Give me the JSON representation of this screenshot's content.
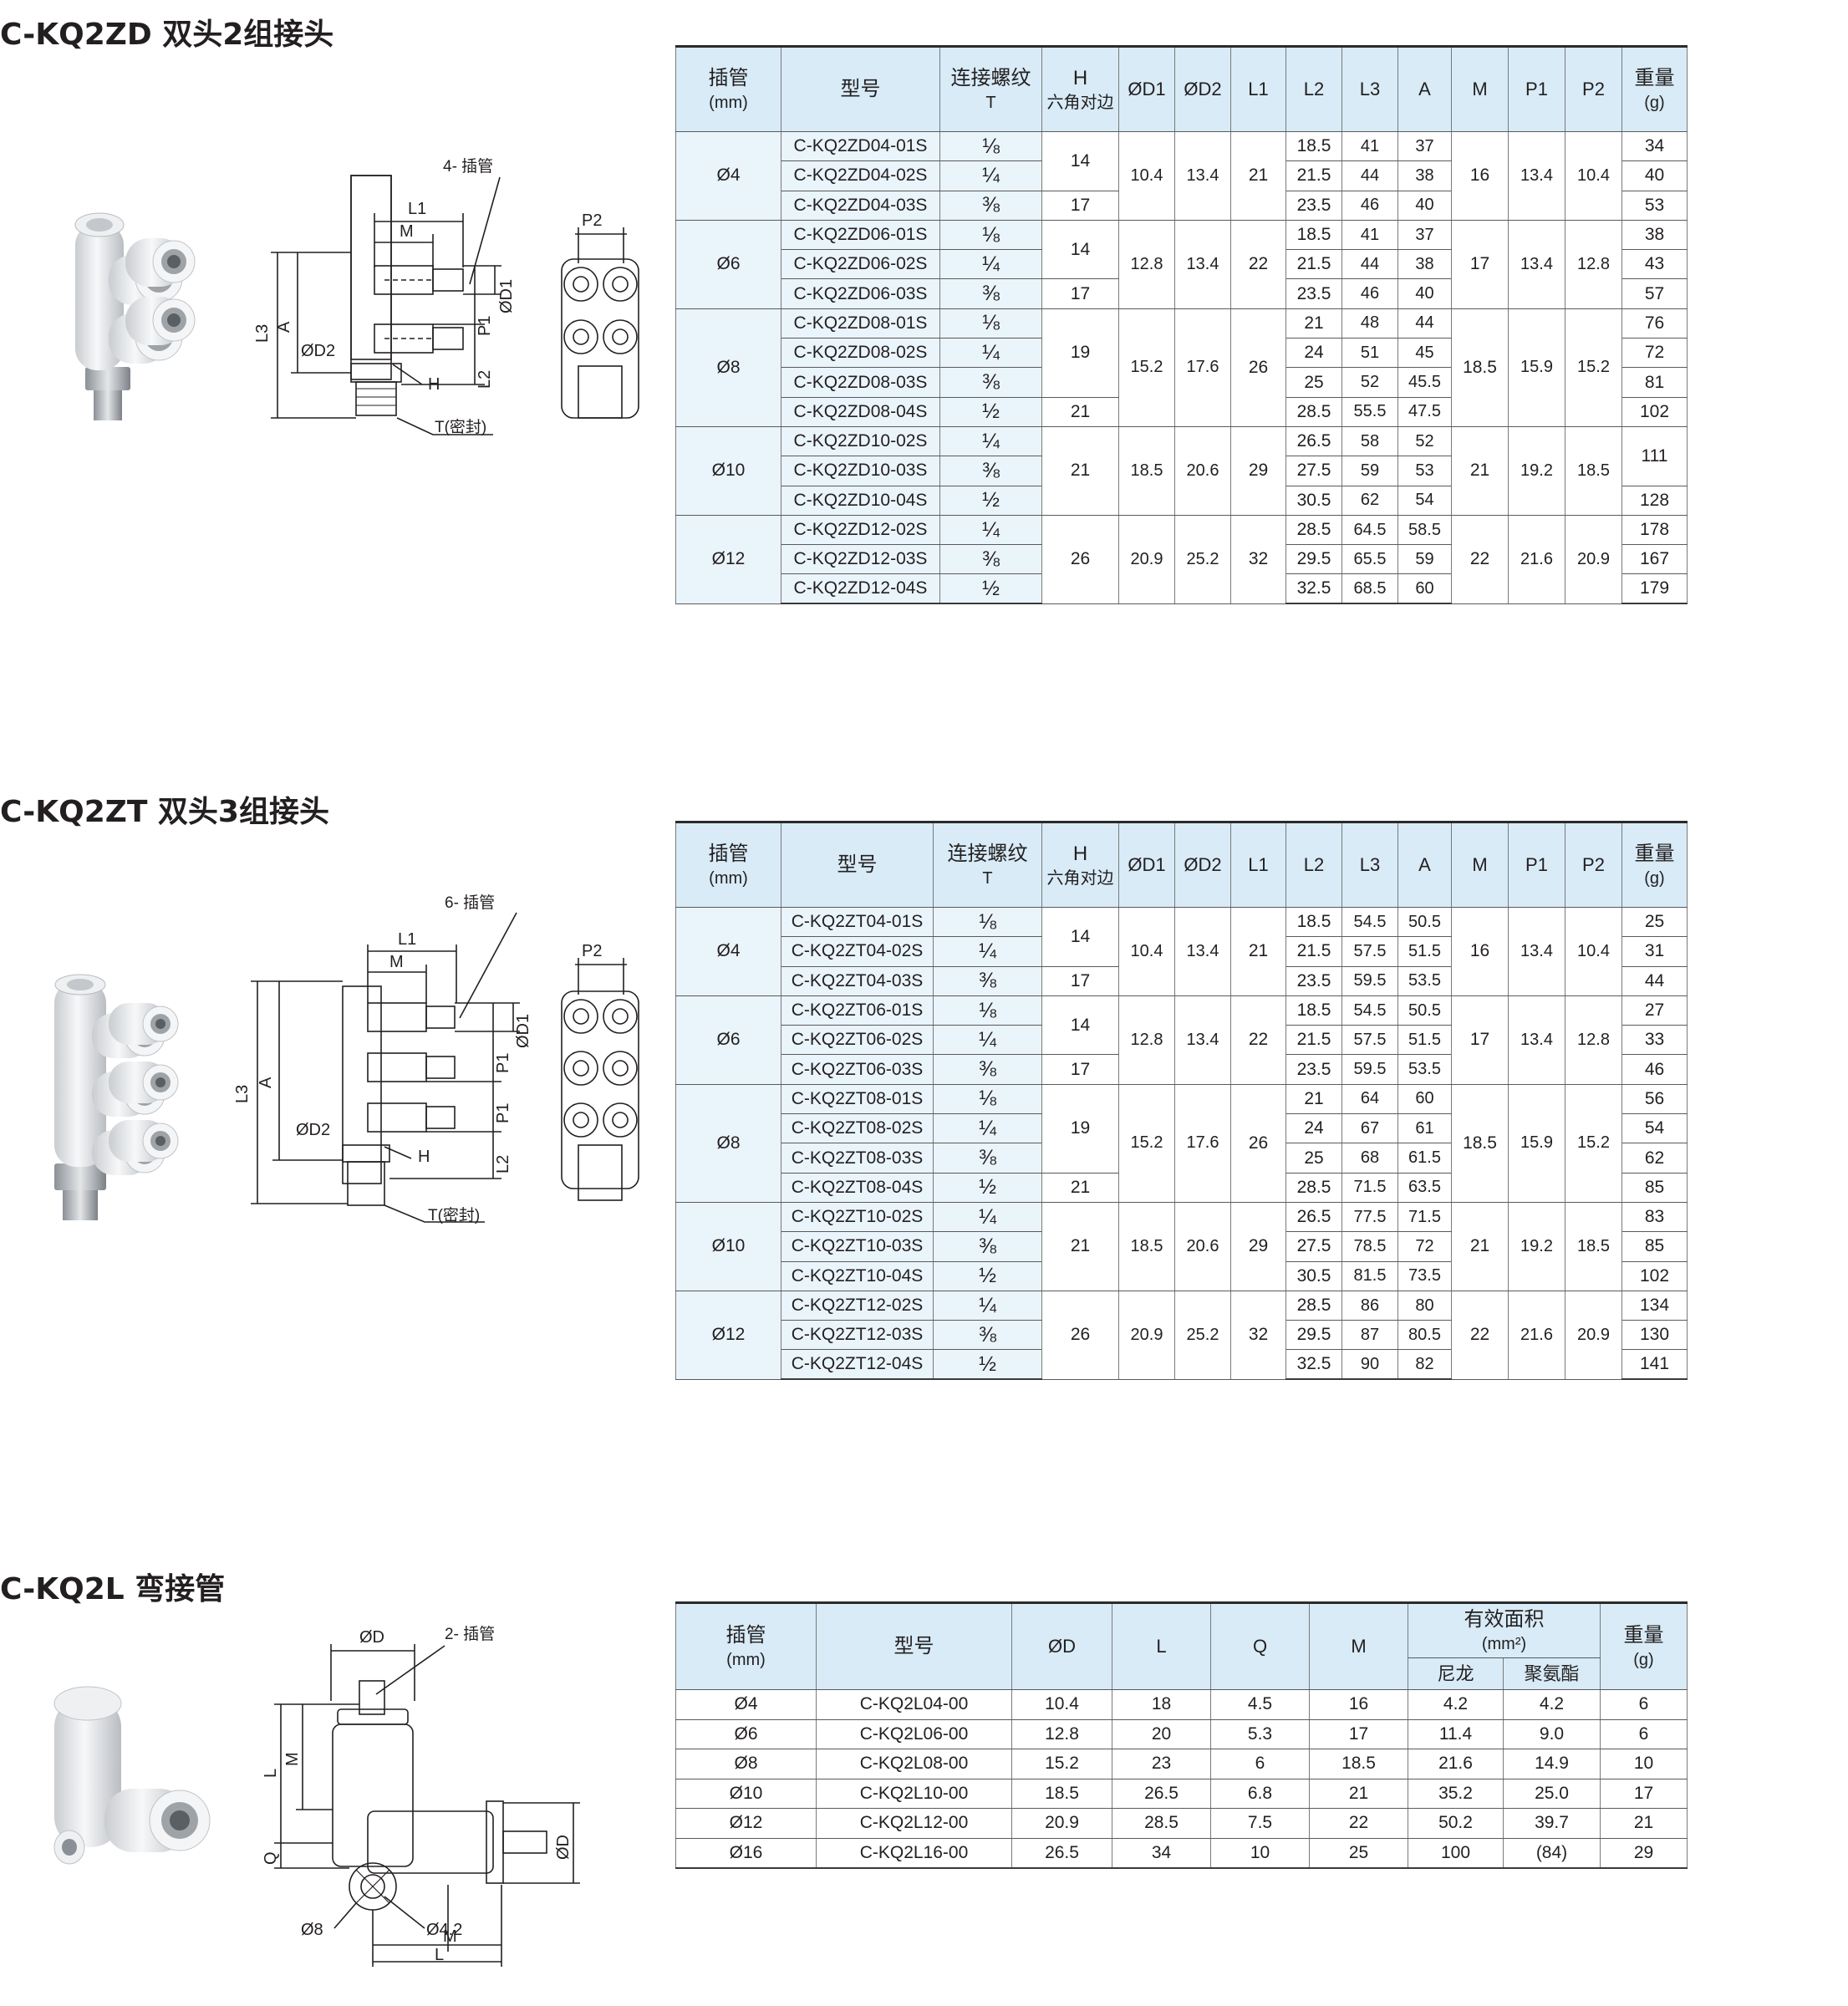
{
  "sections": [
    {
      "title": "C-KQ2ZD 双头2组接头",
      "drawing_labels": {
        "tube_note": "4- 插管",
        "L1": "L1",
        "M": "M",
        "L3": "L3",
        "A": "A",
        "OD1": "ØD1",
        "P1": "P1",
        "OD2": "ØD2",
        "L2": "L2",
        "H": "H",
        "T": "T(密封)",
        "P2": "P2"
      },
      "headers": {
        "tube": "插管",
        "tube_unit": "(mm)",
        "model": "型号",
        "thread": "连接螺纹",
        "thread_sub": "T",
        "h": "H",
        "h_sub": "六角对边",
        "d1": "ØD1",
        "d2": "ØD2",
        "l1": "L1",
        "l2": "L2",
        "l3": "L3",
        "a": "A",
        "m": "M",
        "p1": "P1",
        "p2": "P2",
        "weight": "重量",
        "weight_unit": "(g)"
      },
      "groups": [
        {
          "tube": "Ø4",
          "d1": "10.4",
          "d2": "13.4",
          "l1": "21",
          "m": "16",
          "p1": "13.4",
          "p2": "10.4",
          "h": [
            {
              "v": "14",
              "span": 2
            },
            {
              "v": "17",
              "span": 1
            }
          ],
          "w": [
            {
              "v": "34",
              "span": 1
            },
            {
              "v": "40",
              "span": 1
            },
            {
              "v": "53",
              "span": 1
            }
          ],
          "rows": [
            {
              "model": "C-KQ2ZD04-01S",
              "t": "⅛",
              "l2": "18.5",
              "l3": "41",
              "a": "37"
            },
            {
              "model": "C-KQ2ZD04-02S",
              "t": "¼",
              "l2": "21.5",
              "l3": "44",
              "a": "38"
            },
            {
              "model": "C-KQ2ZD04-03S",
              "t": "⅜",
              "l2": "23.5",
              "l3": "46",
              "a": "40"
            }
          ]
        },
        {
          "tube": "Ø6",
          "d1": "12.8",
          "d2": "13.4",
          "l1": "22",
          "m": "17",
          "p1": "13.4",
          "p2": "12.8",
          "h": [
            {
              "v": "14",
              "span": 2
            },
            {
              "v": "17",
              "span": 1
            }
          ],
          "w": [
            {
              "v": "38",
              "span": 1
            },
            {
              "v": "43",
              "span": 1
            },
            {
              "v": "57",
              "span": 1
            }
          ],
          "rows": [
            {
              "model": "C-KQ2ZD06-01S",
              "t": "⅛",
              "l2": "18.5",
              "l3": "41",
              "a": "37"
            },
            {
              "model": "C-KQ2ZD06-02S",
              "t": "¼",
              "l2": "21.5",
              "l3": "44",
              "a": "38"
            },
            {
              "model": "C-KQ2ZD06-03S",
              "t": "⅜",
              "l2": "23.5",
              "l3": "46",
              "a": "40"
            }
          ]
        },
        {
          "tube": "Ø8",
          "d1": "15.2",
          "d2": "17.6",
          "l1": "26",
          "m": "18.5",
          "p1": "15.9",
          "p2": "15.2",
          "h": [
            {
              "v": "19",
              "span": 3
            },
            {
              "v": "21",
              "span": 1
            }
          ],
          "w": [
            {
              "v": "76",
              "span": 1
            },
            {
              "v": "72",
              "span": 1
            },
            {
              "v": "81",
              "span": 1
            },
            {
              "v": "102",
              "span": 1
            }
          ],
          "rows": [
            {
              "model": "C-KQ2ZD08-01S",
              "t": "⅛",
              "l2": "21",
              "l3": "48",
              "a": "44"
            },
            {
              "model": "C-KQ2ZD08-02S",
              "t": "¼",
              "l2": "24",
              "l3": "51",
              "a": "45"
            },
            {
              "model": "C-KQ2ZD08-03S",
              "t": "⅜",
              "l2": "25",
              "l3": "52",
              "a": "45.5"
            },
            {
              "model": "C-KQ2ZD08-04S",
              "t": "½",
              "l2": "28.5",
              "l3": "55.5",
              "a": "47.5"
            }
          ]
        },
        {
          "tube": "Ø10",
          "d1": "18.5",
          "d2": "20.6",
          "l1": "29",
          "m": "21",
          "p1": "19.2",
          "p2": "18.5",
          "h": [
            {
              "v": "21",
              "span": 3
            }
          ],
          "w": [
            {
              "v": "111",
              "span": 2
            },
            {
              "v": "128",
              "span": 1
            }
          ],
          "rows": [
            {
              "model": "C-KQ2ZD10-02S",
              "t": "¼",
              "l2": "26.5",
              "l3": "58",
              "a": "52"
            },
            {
              "model": "C-KQ2ZD10-03S",
              "t": "⅜",
              "l2": "27.5",
              "l3": "59",
              "a": "53"
            },
            {
              "model": "C-KQ2ZD10-04S",
              "t": "½",
              "l2": "30.5",
              "l3": "62",
              "a": "54"
            }
          ]
        },
        {
          "tube": "Ø12",
          "d1": "20.9",
          "d2": "25.2",
          "l1": "32",
          "m": "22",
          "p1": "21.6",
          "p2": "20.9",
          "h": [
            {
              "v": "26",
              "span": 3
            }
          ],
          "w": [
            {
              "v": "178",
              "span": 1
            },
            {
              "v": "167",
              "span": 1
            },
            {
              "v": "179",
              "span": 1
            }
          ],
          "rows": [
            {
              "model": "C-KQ2ZD12-02S",
              "t": "¼",
              "l2": "28.5",
              "l3": "64.5",
              "a": "58.5"
            },
            {
              "model": "C-KQ2ZD12-03S",
              "t": "⅜",
              "l2": "29.5",
              "l3": "65.5",
              "a": "59"
            },
            {
              "model": "C-KQ2ZD12-04S",
              "t": "½",
              "l2": "32.5",
              "l3": "68.5",
              "a": "60"
            }
          ]
        }
      ]
    },
    {
      "title": "C-KQ2ZT 双头3组接头",
      "drawing_labels": {
        "tube_note": "6- 插管",
        "L1": "L1",
        "M": "M",
        "L3": "L3",
        "A": "A",
        "OD1": "ØD1",
        "P1": "P1",
        "OD2": "ØD2",
        "L2": "L2",
        "H": "H",
        "T": "T(密封)",
        "P2": "P2"
      },
      "headers": {
        "tube": "插管",
        "tube_unit": "(mm)",
        "model": "型号",
        "thread": "连接螺纹",
        "thread_sub": "T",
        "h": "H",
        "h_sub": "六角对边",
        "d1": "ØD1",
        "d2": "ØD2",
        "l1": "L1",
        "l2": "L2",
        "l3": "L3",
        "a": "A",
        "m": "M",
        "p1": "P1",
        "p2": "P2",
        "weight": "重量",
        "weight_unit": "(g)"
      },
      "groups": [
        {
          "tube": "Ø4",
          "d1": "10.4",
          "d2": "13.4",
          "l1": "21",
          "m": "16",
          "p1": "13.4",
          "p2": "10.4",
          "h": [
            {
              "v": "14",
              "span": 2
            },
            {
              "v": "17",
              "span": 1
            }
          ],
          "w": [
            {
              "v": "25",
              "span": 1
            },
            {
              "v": "31",
              "span": 1
            },
            {
              "v": "44",
              "span": 1
            }
          ],
          "rows": [
            {
              "model": "C-KQ2ZT04-01S",
              "t": "⅛",
              "l2": "18.5",
              "l3": "54.5",
              "a": "50.5"
            },
            {
              "model": "C-KQ2ZT04-02S",
              "t": "¼",
              "l2": "21.5",
              "l3": "57.5",
              "a": "51.5"
            },
            {
              "model": "C-KQ2ZT04-03S",
              "t": "⅜",
              "l2": "23.5",
              "l3": "59.5",
              "a": "53.5"
            }
          ]
        },
        {
          "tube": "Ø6",
          "d1": "12.8",
          "d2": "13.4",
          "l1": "22",
          "m": "17",
          "p1": "13.4",
          "p2": "12.8",
          "h": [
            {
              "v": "14",
              "span": 2
            },
            {
              "v": "17",
              "span": 1
            }
          ],
          "w": [
            {
              "v": "27",
              "span": 1
            },
            {
              "v": "33",
              "span": 1
            },
            {
              "v": "46",
              "span": 1
            }
          ],
          "rows": [
            {
              "model": "C-KQ2ZT06-01S",
              "t": "⅛",
              "l2": "18.5",
              "l3": "54.5",
              "a": "50.5"
            },
            {
              "model": "C-KQ2ZT06-02S",
              "t": "¼",
              "l2": "21.5",
              "l3": "57.5",
              "a": "51.5"
            },
            {
              "model": "C-KQ2ZT06-03S",
              "t": "⅜",
              "l2": "23.5",
              "l3": "59.5",
              "a": "53.5"
            }
          ]
        },
        {
          "tube": "Ø8",
          "d1": "15.2",
          "d2": "17.6",
          "l1": "26",
          "m": "18.5",
          "p1": "15.9",
          "p2": "15.2",
          "h": [
            {
              "v": "19",
              "span": 3
            },
            {
              "v": "21",
              "span": 1
            }
          ],
          "w": [
            {
              "v": "56",
              "span": 1
            },
            {
              "v": "54",
              "span": 1
            },
            {
              "v": "62",
              "span": 1
            },
            {
              "v": "85",
              "span": 1
            }
          ],
          "rows": [
            {
              "model": "C-KQ2ZT08-01S",
              "t": "⅛",
              "l2": "21",
              "l3": "64",
              "a": "60"
            },
            {
              "model": "C-KQ2ZT08-02S",
              "t": "¼",
              "l2": "24",
              "l3": "67",
              "a": "61"
            },
            {
              "model": "C-KQ2ZT08-03S",
              "t": "⅜",
              "l2": "25",
              "l3": "68",
              "a": "61.5"
            },
            {
              "model": "C-KQ2ZT08-04S",
              "t": "½",
              "l2": "28.5",
              "l3": "71.5",
              "a": "63.5"
            }
          ]
        },
        {
          "tube": "Ø10",
          "d1": "18.5",
          "d2": "20.6",
          "l1": "29",
          "m": "21",
          "p1": "19.2",
          "p2": "18.5",
          "h": [
            {
              "v": "21",
              "span": 3
            }
          ],
          "w": [
            {
              "v": "83",
              "span": 1
            },
            {
              "v": "85",
              "span": 1
            },
            {
              "v": "102",
              "span": 1
            }
          ],
          "rows": [
            {
              "model": "C-KQ2ZT10-02S",
              "t": "¼",
              "l2": "26.5",
              "l3": "77.5",
              "a": "71.5"
            },
            {
              "model": "C-KQ2ZT10-03S",
              "t": "⅜",
              "l2": "27.5",
              "l3": "78.5",
              "a": "72"
            },
            {
              "model": "C-KQ2ZT10-04S",
              "t": "½",
              "l2": "30.5",
              "l3": "81.5",
              "a": "73.5"
            }
          ]
        },
        {
          "tube": "Ø12",
          "d1": "20.9",
          "d2": "25.2",
          "l1": "32",
          "m": "22",
          "p1": "21.6",
          "p2": "20.9",
          "h": [
            {
              "v": "26",
              "span": 3
            }
          ],
          "w": [
            {
              "v": "134",
              "span": 1
            },
            {
              "v": "130",
              "span": 1
            },
            {
              "v": "141",
              "span": 1
            }
          ],
          "rows": [
            {
              "model": "C-KQ2ZT12-02S",
              "t": "¼",
              "l2": "28.5",
              "l3": "86",
              "a": "80"
            },
            {
              "model": "C-KQ2ZT12-03S",
              "t": "⅜",
              "l2": "29.5",
              "l3": "87",
              "a": "80.5"
            },
            {
              "model": "C-KQ2ZT12-04S",
              "t": "½",
              "l2": "32.5",
              "l3": "90",
              "a": "82"
            }
          ]
        }
      ]
    }
  ],
  "elbow": {
    "title": "C-KQ2L 弯接管",
    "drawing_labels": {
      "OD": "ØD",
      "tube_note": "2- 插管",
      "L": "L",
      "M": "M",
      "Q": "Q",
      "hole8": "Ø8",
      "hole42": "Ø4.2"
    },
    "headers": {
      "tube": "插管",
      "tube_unit": "(mm)",
      "model": "型号",
      "od": "ØD",
      "l": "L",
      "q": "Q",
      "m": "M",
      "area": "有效面积",
      "area_unit": "(mm²)",
      "nylon": "尼龙",
      "pu": "聚氨酯",
      "weight": "重量",
      "weight_unit": "(g)"
    },
    "rows": [
      {
        "tube": "Ø4",
        "model": "C-KQ2L04-00",
        "od": "10.4",
        "l": "18",
        "q": "4.5",
        "m": "16",
        "nylon": "4.2",
        "pu": "4.2",
        "w": "6"
      },
      {
        "tube": "Ø6",
        "model": "C-KQ2L06-00",
        "od": "12.8",
        "l": "20",
        "q": "5.3",
        "m": "17",
        "nylon": "11.4",
        "pu": "9.0",
        "w": "6"
      },
      {
        "tube": "Ø8",
        "model": "C-KQ2L08-00",
        "od": "15.2",
        "l": "23",
        "q": "6",
        "m": "18.5",
        "nylon": "21.6",
        "pu": "14.9",
        "w": "10"
      },
      {
        "tube": "Ø10",
        "model": "C-KQ2L10-00",
        "od": "18.5",
        "l": "26.5",
        "q": "6.8",
        "m": "21",
        "nylon": "35.2",
        "pu": "25.0",
        "w": "17"
      },
      {
        "tube": "Ø12",
        "model": "C-KQ2L12-00",
        "od": "20.9",
        "l": "28.5",
        "q": "7.5",
        "m": "22",
        "nylon": "50.2",
        "pu": "39.7",
        "w": "21"
      },
      {
        "tube": "Ø16",
        "model": "C-KQ2L16-00",
        "od": "26.5",
        "l": "34",
        "q": "10",
        "m": "25",
        "nylon": "100",
        "pu": "(84)",
        "w": "29"
      }
    ]
  }
}
